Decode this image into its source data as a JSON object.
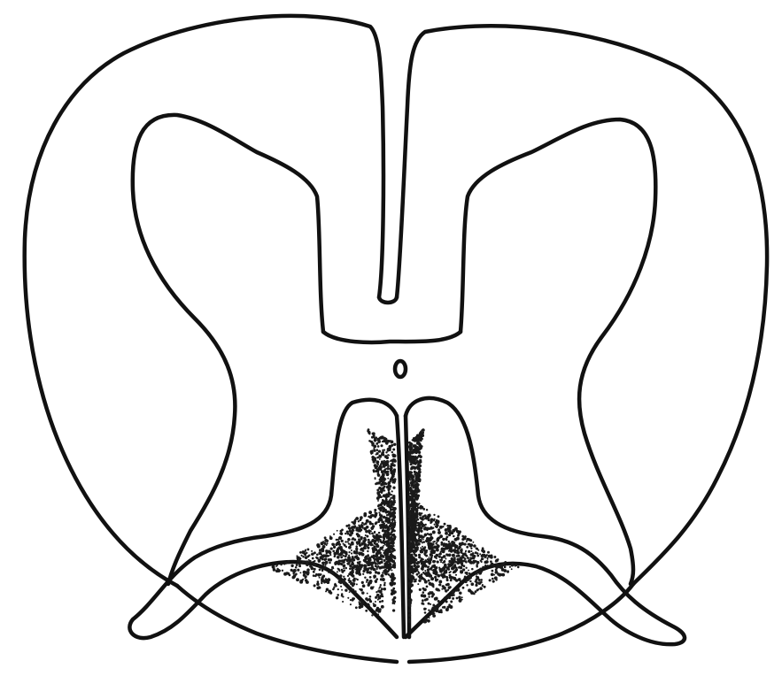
{
  "figure": {
    "subject": "spinal-cord-cross-section",
    "style": "black-ink-line-drawing",
    "colors": {
      "background": "#ffffff",
      "ink": "#111111",
      "stipple": "#1a1a1a"
    },
    "parts": [
      "outer-cord-outline",
      "gray-matter-h-shape",
      "median-fissure",
      "central-canal",
      "left-stippled-region",
      "right-stippled-region",
      "left-nerve-root",
      "right-nerve-root"
    ]
  }
}
